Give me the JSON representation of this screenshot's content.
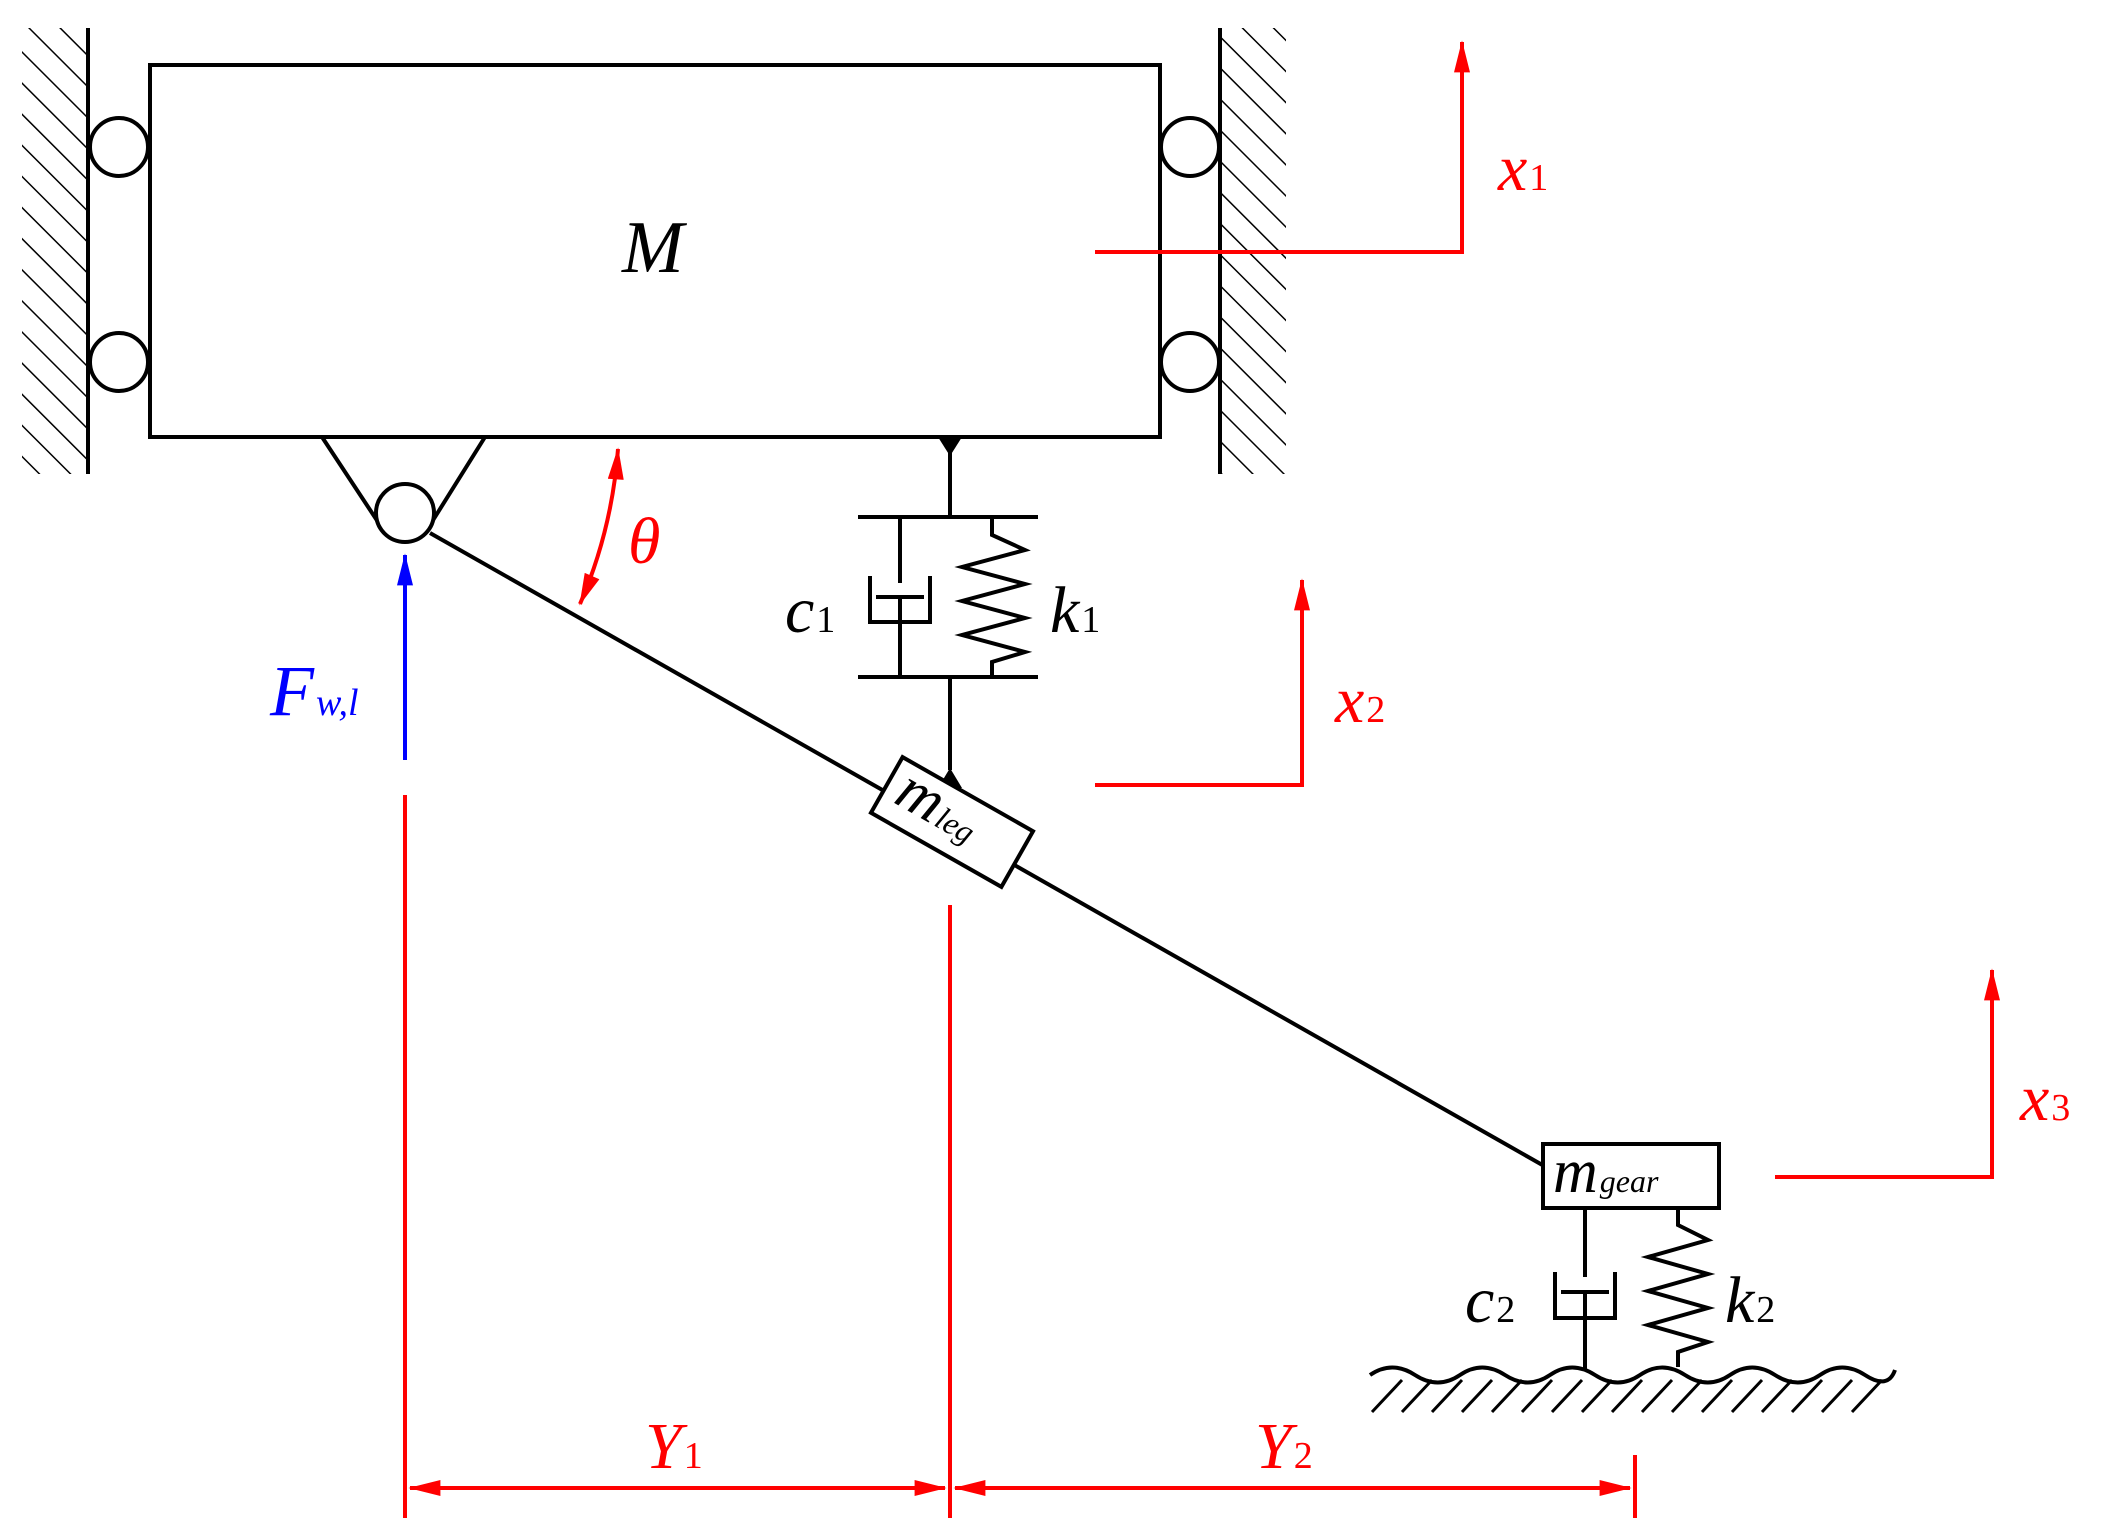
{
  "colors": {
    "ink": "#000000",
    "annotation": "#ff0000",
    "force": "#0000ff"
  },
  "labels": {
    "mass_main": "M",
    "angle": "θ",
    "force": {
      "main": "F",
      "sub": "w,l"
    },
    "leg_mass": {
      "main": "m",
      "sub": "leg"
    },
    "gear_mass": {
      "main": "m",
      "sub": "gear"
    },
    "damper1": {
      "main": "c",
      "sub": "1"
    },
    "spring1": {
      "main": "k",
      "sub": "1"
    },
    "damper2": {
      "main": "c",
      "sub": "2"
    },
    "spring2": {
      "main": "k",
      "sub": "2"
    },
    "disp1": {
      "main": "x",
      "sub": "1"
    },
    "disp2": {
      "main": "x",
      "sub": "2"
    },
    "disp3": {
      "main": "x",
      "sub": "3"
    },
    "dim1": {
      "main": "Y",
      "sub": "1"
    },
    "dim2": {
      "main": "Y",
      "sub": "2"
    }
  }
}
